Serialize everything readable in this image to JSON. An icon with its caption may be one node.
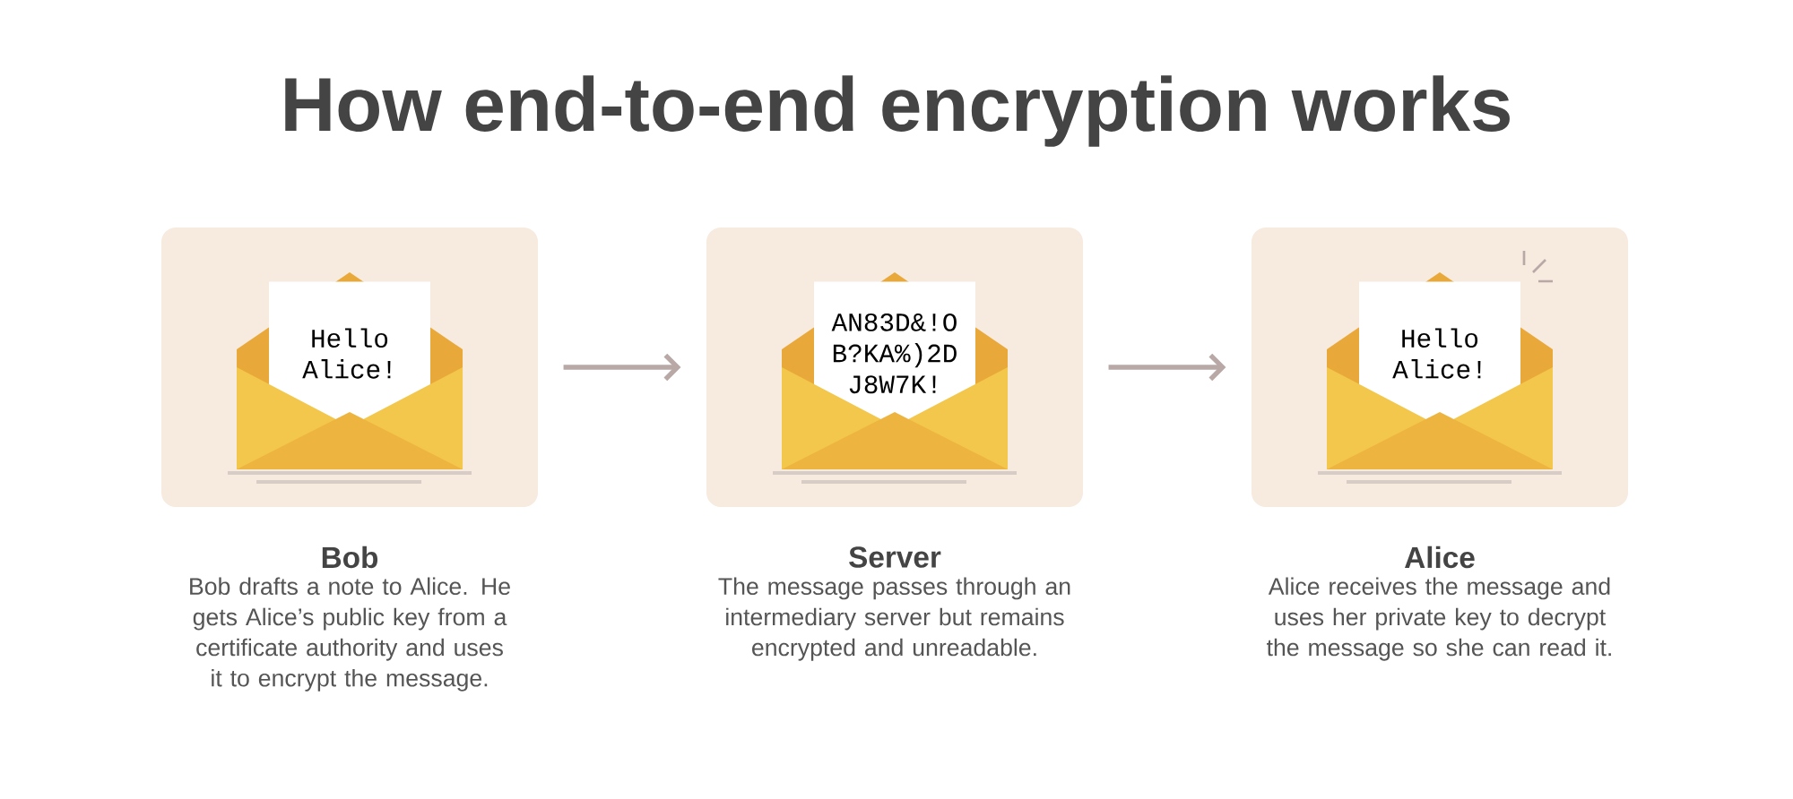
{
  "diagram": {
    "title": "How end-to-end encryption works",
    "nodes": [
      {
        "text": [
          "Bob",
          "Bob drafts a note to Alice. He gets Alice’s public key from a certificate authority and uses it to encrypt the message."
        ]
      },
      {
        "text": [
          "Hello Alice!"
        ],
        "in": 0
      },
      {
        "text": [
          "Server",
          "The message passes through an intermediary server but remains encrypted and unreadable."
        ]
      },
      {
        "text": [
          "AN83D&!O B?KA%)2D J8W7K!"
        ],
        "in": 2
      },
      {
        "text": [
          "Alice",
          "Alice receives the message and uses her private key to decrypt the message so she can read it."
        ]
      },
      {
        "text": [
          "Hello Alice!"
        ],
        "in": 4
      }
    ],
    "edges": [
      {
        "from": 0,
        "to": 2,
        "arrow": "to"
      },
      {
        "from": 2,
        "to": 4,
        "arrow": "to"
      }
    ]
  }
}
